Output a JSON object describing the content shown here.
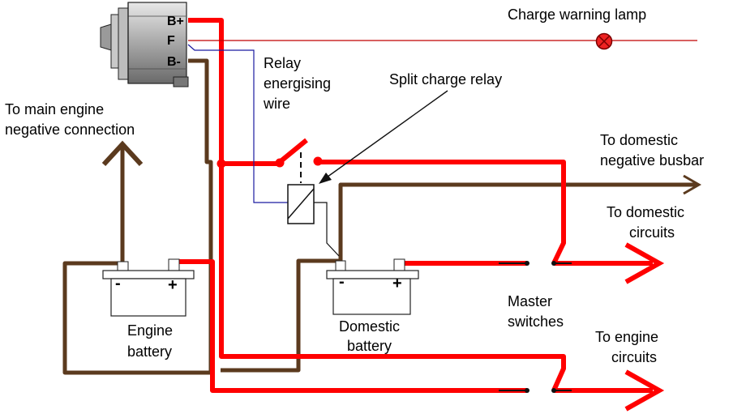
{
  "colors": {
    "positive": "#ff0000",
    "negative": "#5b3a1e",
    "field": "#1a1aa0",
    "lamp_line": "#c00000",
    "lamp_fill": "#ee2222",
    "battery_fill": "#ffffff"
  },
  "labels": {
    "charge_lamp": "Charge warning lamp",
    "relay_wire": [
      "Relay",
      "energising",
      "wire"
    ],
    "split_relay": "Split charge relay",
    "main_negative": [
      "To main engine",
      "negative connection"
    ],
    "dom_negative": [
      "To domestic",
      "negative busbar"
    ],
    "dom_circuits": [
      "To domestic",
      "circuits"
    ],
    "master_switches": [
      "Master",
      "switches"
    ],
    "engine_circuits": [
      "To engine",
      "circuits"
    ],
    "engine_battery": [
      "Engine",
      "battery"
    ],
    "domestic_battery": [
      "Domestic",
      "battery"
    ]
  },
  "alternator": {
    "terminals": [
      "B+",
      "F",
      "B-"
    ]
  },
  "battery_polarity": {
    "negative": "-",
    "positive": "+"
  }
}
